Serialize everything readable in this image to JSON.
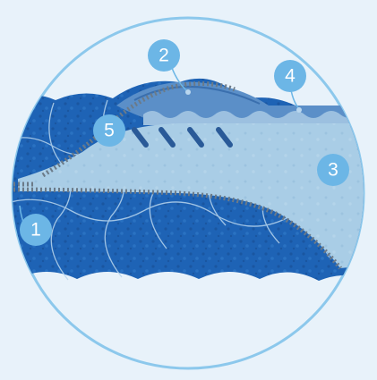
{
  "diagram": {
    "colors": {
      "background": "#e8f2fa",
      "ring": "#8cc8ec",
      "quilted_layer": "#1e63b5",
      "quilted_layer_dark": "#1a56a0",
      "foam_layer": "#a9cde6",
      "top_layer": "#5b8fc8",
      "zipper": "#6b7a88",
      "callout": "#6cb6e6"
    },
    "callouts": [
      {
        "label": "1"
      },
      {
        "label": "2"
      },
      {
        "label": "3"
      },
      {
        "label": "4"
      },
      {
        "label": "5"
      }
    ]
  }
}
